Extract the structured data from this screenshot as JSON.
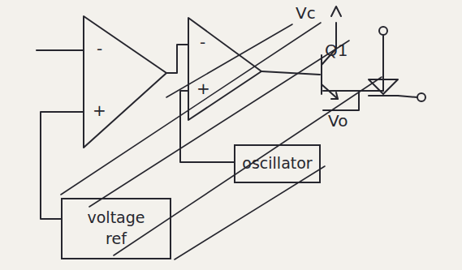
{
  "diagram": {
    "nodes": [
      {
        "text": [
          "oscillator"
        ]
      },
      {
        "text": [
          "voltage ref"
        ]
      }
    ],
    "labels": [
      "-",
      "+",
      "-",
      "+",
      "Vc",
      "Q1",
      "Vo"
    ]
  }
}
